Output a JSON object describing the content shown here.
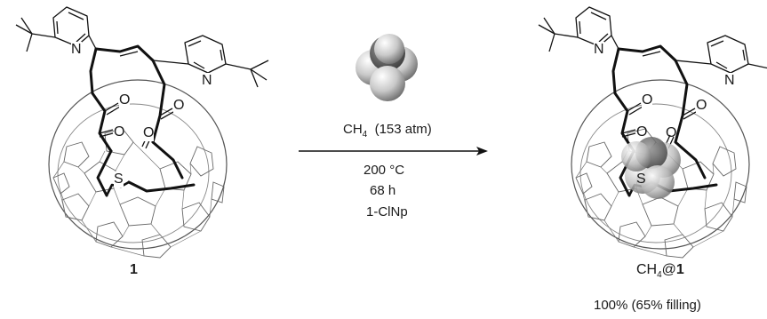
{
  "reactant": {
    "label": "1",
    "atoms": {
      "n_left": "N",
      "n_right": "N",
      "o1": "O",
      "o2": "O",
      "o3": "O",
      "o4": "O",
      "s": "S"
    }
  },
  "product": {
    "label_prefix": "CH",
    "label_sub": "4",
    "label_mid": "@",
    "label_bold": "1",
    "yield": "100% (65% filling)",
    "atoms": {
      "n_left": "N",
      "n_right": "N",
      "o1": "O",
      "o2": "O",
      "o3": "O",
      "o4": "O",
      "s": "S"
    }
  },
  "conditions": {
    "reagent_prefix": "CH",
    "reagent_sub": "4",
    "reagent_pressure": "(153 atm)",
    "temperature": "200 °C",
    "time": "68 h",
    "solvent": "1-ClNp"
  },
  "colors": {
    "ink": "#1a1a1a",
    "cage": "#555555",
    "sphere_light": "#eeeeee",
    "sphere_dark": "#7a7a7a"
  },
  "icons": [
    "methane-space-filling-icon",
    "fullerene-cage-icon",
    "reaction-arrow-icon"
  ]
}
